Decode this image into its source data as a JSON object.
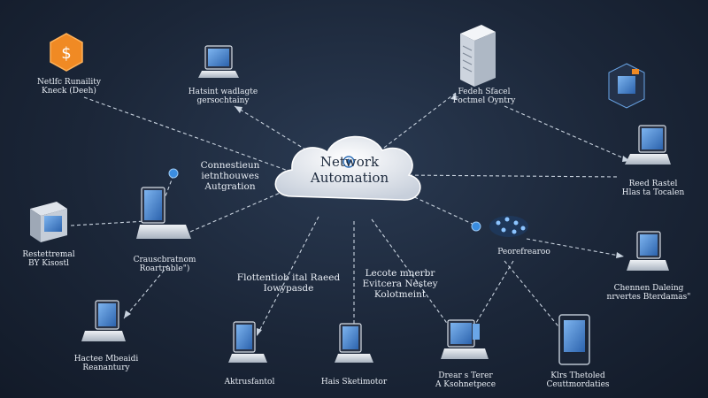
{
  "center": {
    "lines": [
      "Network",
      "Automation"
    ],
    "accent": "#2e6fb7"
  },
  "labels": {
    "top_left_hex": [
      "Netlfc Runaility",
      "Kneck (Deeh)"
    ],
    "top_laptop": [
      "Hatsint wadlagte",
      "gersochtainy"
    ],
    "top_server": [
      "Fedeh Sfacel",
      "Foctmel Oyntry"
    ],
    "left_connection": [
      "Connestieun",
      "ietnthouwes",
      "Autgration"
    ],
    "left_device": [
      "Restettremal",
      "BY Kisostl"
    ],
    "mid_left_laptop": [
      "Crauscbratnom",
      "Roartrable\")"
    ],
    "right_top_laptop": [
      "Reed Rastel",
      "Hlas ta Tocalen"
    ],
    "right_mid": [
      "Peorefrearoo"
    ],
    "right_laptop": [
      "Chennen Daleing",
      "nrvertes Bterdamas\""
    ],
    "lower_left": [
      "Hactee Mbeaidi",
      "Reanantury"
    ],
    "center_left": [
      "Flottentiob ital Raeed",
      "Iowypasde"
    ],
    "center_right": [
      "Lecote mnerbr",
      "Evitcera Nestey",
      "Kolotmeint"
    ],
    "bottom_1": [
      "Aktrusfantol"
    ],
    "bottom_2": [
      "Hais Sketimotor"
    ],
    "bottom_3": [
      "Drear s Terer",
      "A Ksohnetpece"
    ],
    "bottom_4": [
      "Klrs Thetoled",
      "Ceuttmordaties"
    ]
  },
  "colors": {
    "line": "#c9d3df",
    "screen": "#3a78c9",
    "screen_light": "#6aa6e8",
    "laptop_body": "#d7dde5",
    "hex_orange": "#f08a24",
    "node_blue": "#3b8de0"
  }
}
